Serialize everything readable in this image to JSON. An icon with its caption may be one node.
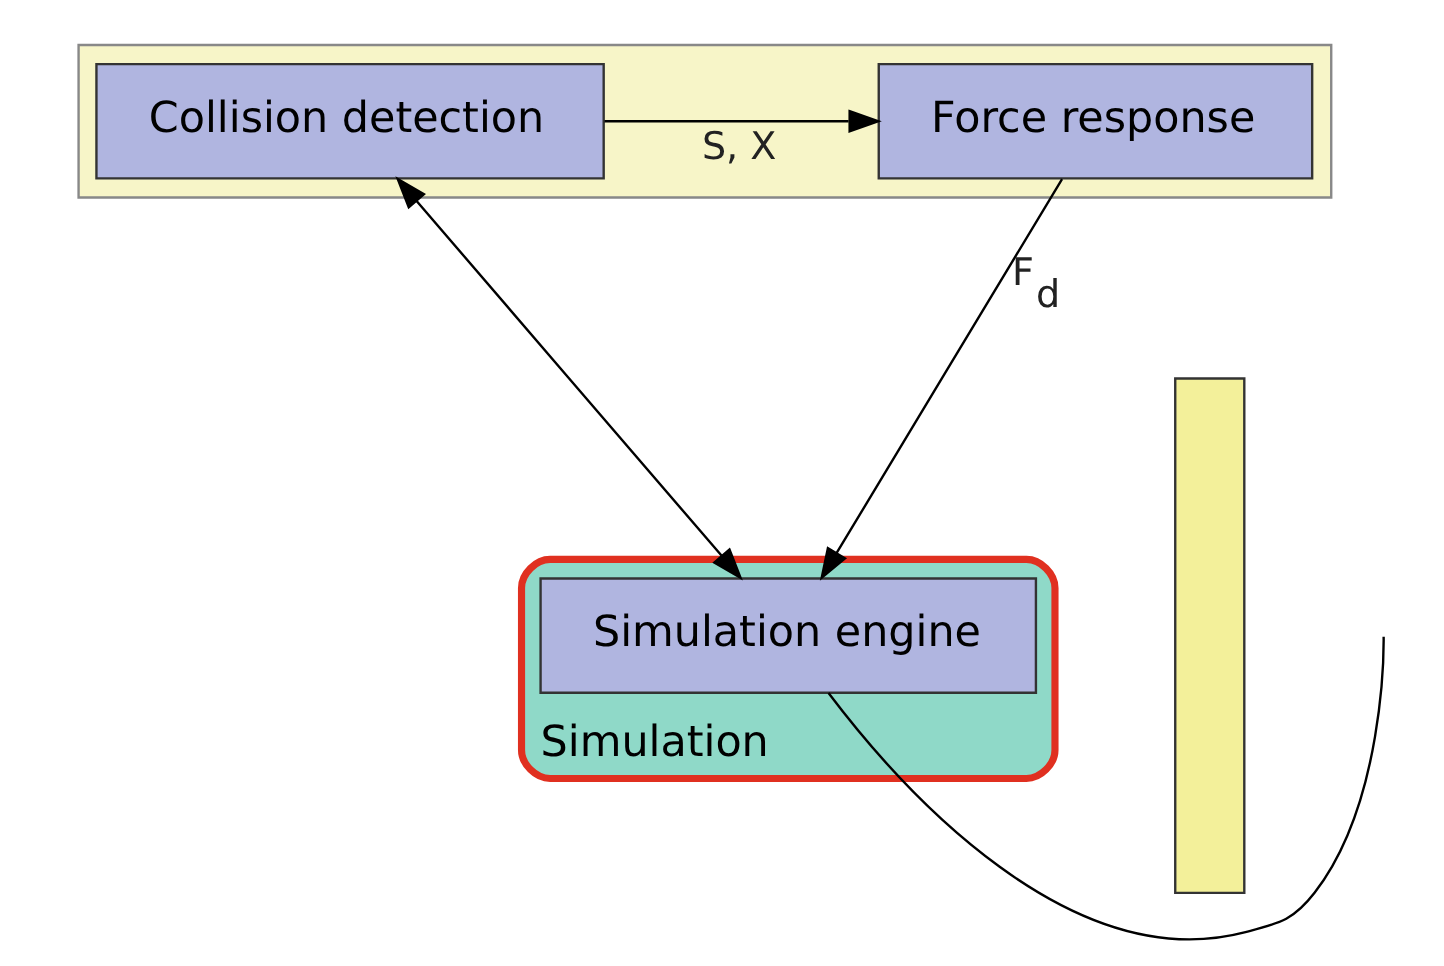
{
  "diagram": {
    "nodes": [
      {
        "text": [
          "Simulation"
        ]
      },
      {
        "text": [
          "Simulation engine"
        ],
        "in": 0
      },
      {
        "text": [],
        "shape": "box"
      },
      {
        "text": [
          "Collision detection"
        ],
        "in": 2
      },
      {
        "text": [
          "Force response"
        ],
        "in": 2
      },
      {
        "text": [],
        "shape": "bar"
      }
    ],
    "edges": [
      {
        "from": 1,
        "to": 3,
        "arrow": "both"
      },
      {
        "from": 3,
        "to": 4,
        "arrow": "to",
        "label": "S, X"
      },
      {
        "from": 4,
        "to": 1,
        "arrow": "to",
        "label": "F$_{d}$"
      },
      {
        "from": 1,
        "to": null,
        "arrow": "none"
      }
    ]
  }
}
